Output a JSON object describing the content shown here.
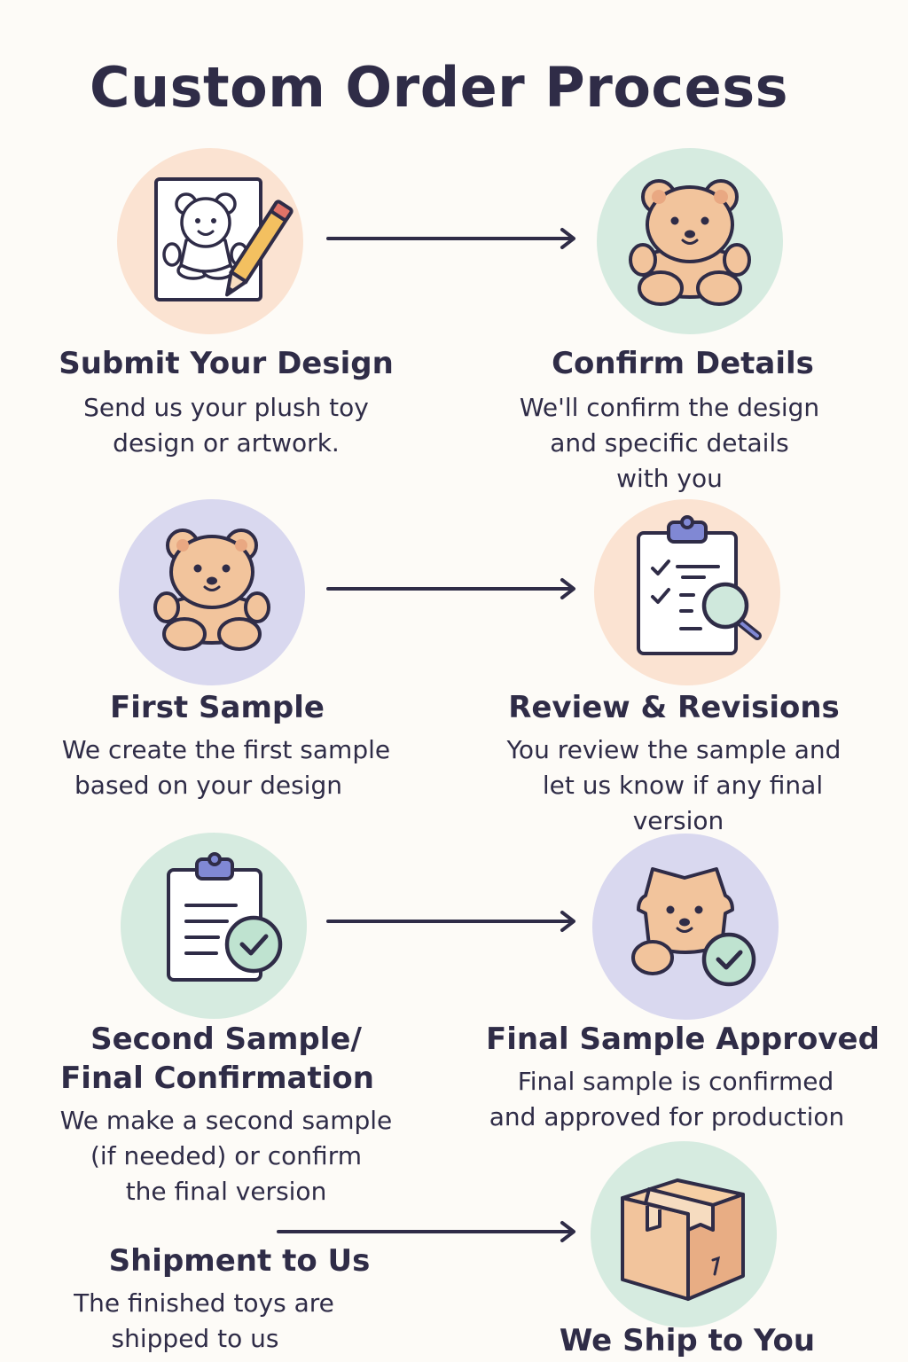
{
  "title": "Custom Order Process",
  "colors": {
    "text": "#2f2c47",
    "peach": "#fbe3d2",
    "mint": "#d6ebe0",
    "lavender": "#d9d8ef",
    "bear": "#f2c49c",
    "accent": "#8088d4",
    "background": "#fdfbf7"
  },
  "steps": [
    {
      "title": "Submit Your Design",
      "desc": [
        "Send us your plush toy",
        "design or artwork."
      ],
      "icon": "drawing-pencil-icon"
    },
    {
      "title": "Confirm Details",
      "desc": [
        "We'll confirm the design",
        "and specific details",
        "with you"
      ],
      "icon": "teddy-bear-icon"
    },
    {
      "title": "First Sample",
      "desc": [
        "We create the first sample",
        "based on your design"
      ],
      "icon": "teddy-bear-icon"
    },
    {
      "title": "Review & Revisions",
      "desc": [
        "You review the sample and",
        "let us know if any final",
        "version"
      ],
      "icon": "clipboard-magnifier-icon"
    },
    {
      "title": [
        "Second Sample/",
        "Final Confirmation"
      ],
      "desc": [
        "We make a second sample",
        "(if needed) or confirm",
        "the final version"
      ],
      "icon": "clipboard-check-icon"
    },
    {
      "title": "Final Sample Approved",
      "desc": [
        "Final sample is confirmed",
        "and approved for production"
      ],
      "icon": "bear-check-icon"
    },
    {
      "title": "Shipment to Us",
      "desc": [
        "The finished toys are",
        "shipped to us"
      ]
    },
    {
      "title": "We Ship to You",
      "icon": "package-box-icon"
    }
  ]
}
